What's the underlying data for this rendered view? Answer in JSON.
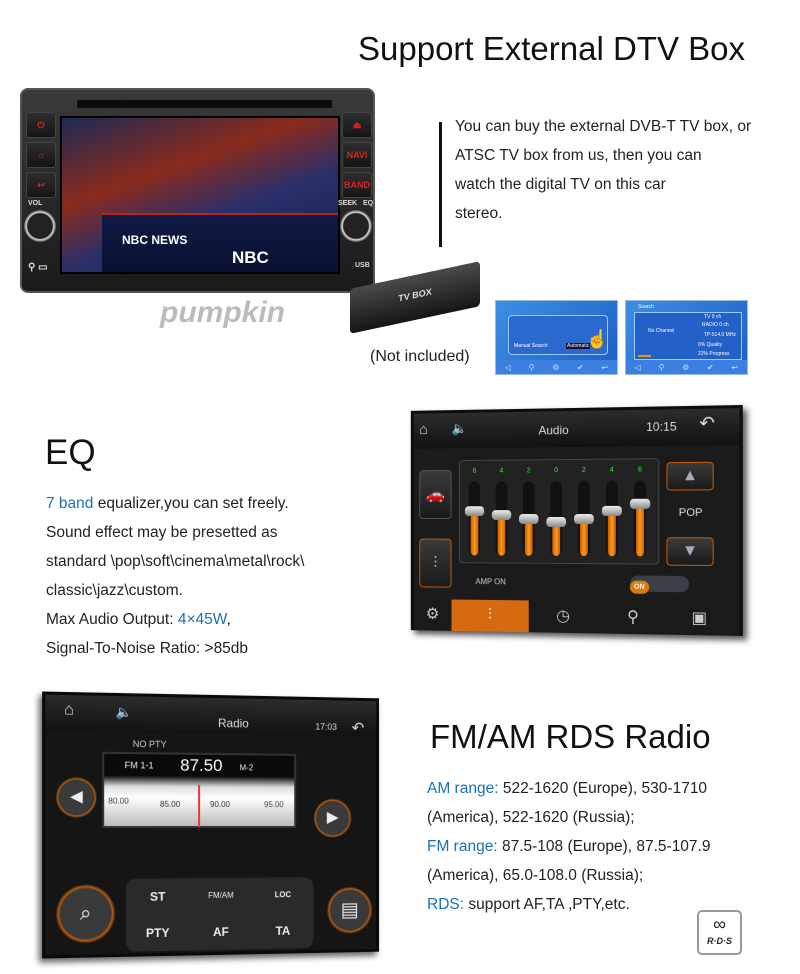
{
  "dtv": {
    "title": "Support External DTV Box",
    "description": [
      "You can buy the external DVB-T TV box, or",
      "ATSC TV box from us, then you can",
      "watch the digital TV on this car",
      "stereo."
    ],
    "not_included": "(Not included)",
    "tv_box_label": "TV BOX",
    "unit": {
      "left_labels": [
        "VOL"
      ],
      "right_labels": [
        "NAVI",
        "BAND",
        "SEEK",
        "EQ",
        "USB"
      ],
      "screen_texts": [
        "NBC NEWS",
        "NBC"
      ]
    },
    "screenshot1": {
      "items": [
        "Manual Search",
        "Automatic"
      ]
    },
    "screenshot2": {
      "title": "Search",
      "no_channel": "No Channel",
      "tv": "TV    0 ch",
      "radio": "RADIO  0 ch",
      "tp": "TP:514.0 MHz",
      "quality": "0%  Quality",
      "progress": "22%  Progress"
    }
  },
  "eq": {
    "title": "EQ",
    "lines": [
      {
        "highlight": "7 band",
        "text": " equalizer,you can set freely."
      },
      {
        "text": "Sound effect may be presetted as"
      },
      {
        "text": "standard \\pop\\soft\\cinema\\metal\\rock\\"
      },
      {
        "text": "classic\\jazz\\custom."
      },
      {
        "prefix": "Max Audio Output: ",
        "highlight": "4×45W",
        "suffix": ","
      },
      {
        "text": "Signal-To-Noise Ratio: >85db"
      }
    ],
    "screen": {
      "title": "Audio",
      "time": "10:15",
      "bands": [
        6,
        4,
        2,
        0,
        2,
        4,
        6
      ],
      "band_levels": [
        0.6,
        0.55,
        0.5,
        0.45,
        0.5,
        0.6,
        0.7
      ],
      "preset": "POP",
      "amp_label": "AMP ON",
      "amp_toggle": "ON"
    }
  },
  "radio": {
    "title": "FM/AM RDS Radio",
    "am_label": "AM range:",
    "am_text": " 522-1620 (Europe), 530-1710",
    "am_text2": " (America), 522-1620 (Russia);",
    "fm_label": "FM range:",
    "fm_text": " 87.5-108 (Europe), 87.5-107.9",
    "fm_text2": "(America), 65.0-108.0 (Russia);",
    "rds_label": "RDS:",
    "rds_text": " support AF,TA ,PTY,etc.",
    "rds_logo": "R·D·S",
    "screen": {
      "title": "Radio",
      "time": "17:03",
      "pty": "NO PTY",
      "band": "FM 1-1",
      "frequency": "87.50",
      "mode": "M-2",
      "scale": [
        "80.00",
        "85.00",
        "90.00",
        "95.00"
      ],
      "buttons": [
        "ST",
        "FM/AM",
        "LOC",
        "PTY",
        "AF",
        "TA"
      ]
    }
  },
  "watermark": "pumpkin",
  "colors": {
    "accent": "#1a6fb8",
    "orange": "#e07a10"
  }
}
